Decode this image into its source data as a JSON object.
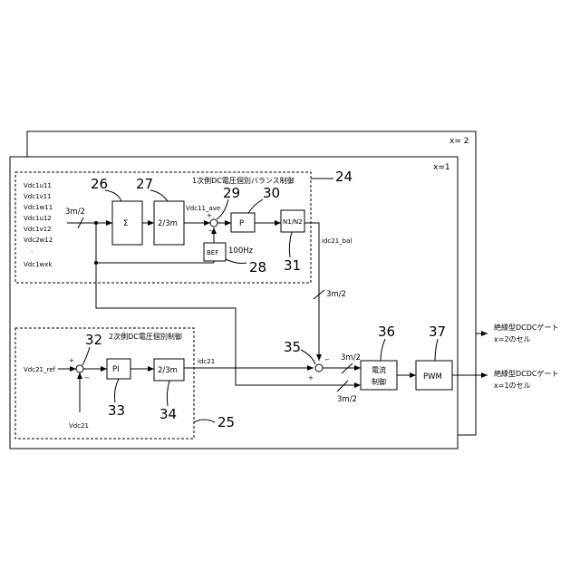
{
  "frames": {
    "back_label": "x= 2",
    "front_label": "x=1"
  },
  "group24": {
    "title": "1次側DC電圧個別バランス制御",
    "ref": "24"
  },
  "group25": {
    "title": "2次側DC電圧個別制御",
    "ref": "25"
  },
  "inputs_primary": [
    "Vdc1u11",
    "Vdc1v11",
    "Vdc1w11",
    "Vdc1u12",
    "Vdc1v12",
    "Vdc2w12",
    "·",
    "Vdc1wxk"
  ],
  "bus_label_3m2": "3m/2",
  "blocks": {
    "sigma": {
      "label": "Σ",
      "ref": "26"
    },
    "b2_3m_a": {
      "label": "2/3m",
      "ref": "27"
    },
    "sum29": {
      "ref": "29"
    },
    "p": {
      "label": "P",
      "ref": "30"
    },
    "n1n2": {
      "label": "N1/N2",
      "ref": "31"
    },
    "bef": {
      "label": "BEF",
      "ref": "28"
    },
    "pi": {
      "label": "PI",
      "ref": "33"
    },
    "b2_3m_b": {
      "label": "2/3m",
      "ref": "34"
    },
    "sum32": {
      "ref": "32"
    },
    "sum35": {
      "ref": "35"
    },
    "current_ctrl": {
      "line1": "電流",
      "line2": "制御",
      "ref": "36"
    },
    "pwm": {
      "label": "PWM",
      "ref": "37"
    }
  },
  "signals": {
    "vdc11_ave": "Vdc11_ave",
    "bef_freq": "100Hz",
    "idc21_bal": "idc21_bal",
    "vdc21_ref": "Vdc21_ref",
    "vdc21": "Vdc21",
    "idc21": "idc21",
    "bus_3m2_a": "3m/2",
    "bus_3m2_b": "3m/2",
    "bus_3m2_c": "3m/2"
  },
  "outputs": {
    "out_x2_line1": "絶縁型DCDCゲート",
    "out_x2_line2": "x=2のセル",
    "out_x1_line1": "絶縁型DCDCゲート",
    "out_x1_line2": "x=1のセル"
  },
  "signs": {
    "plus": "+",
    "minus": "−"
  }
}
